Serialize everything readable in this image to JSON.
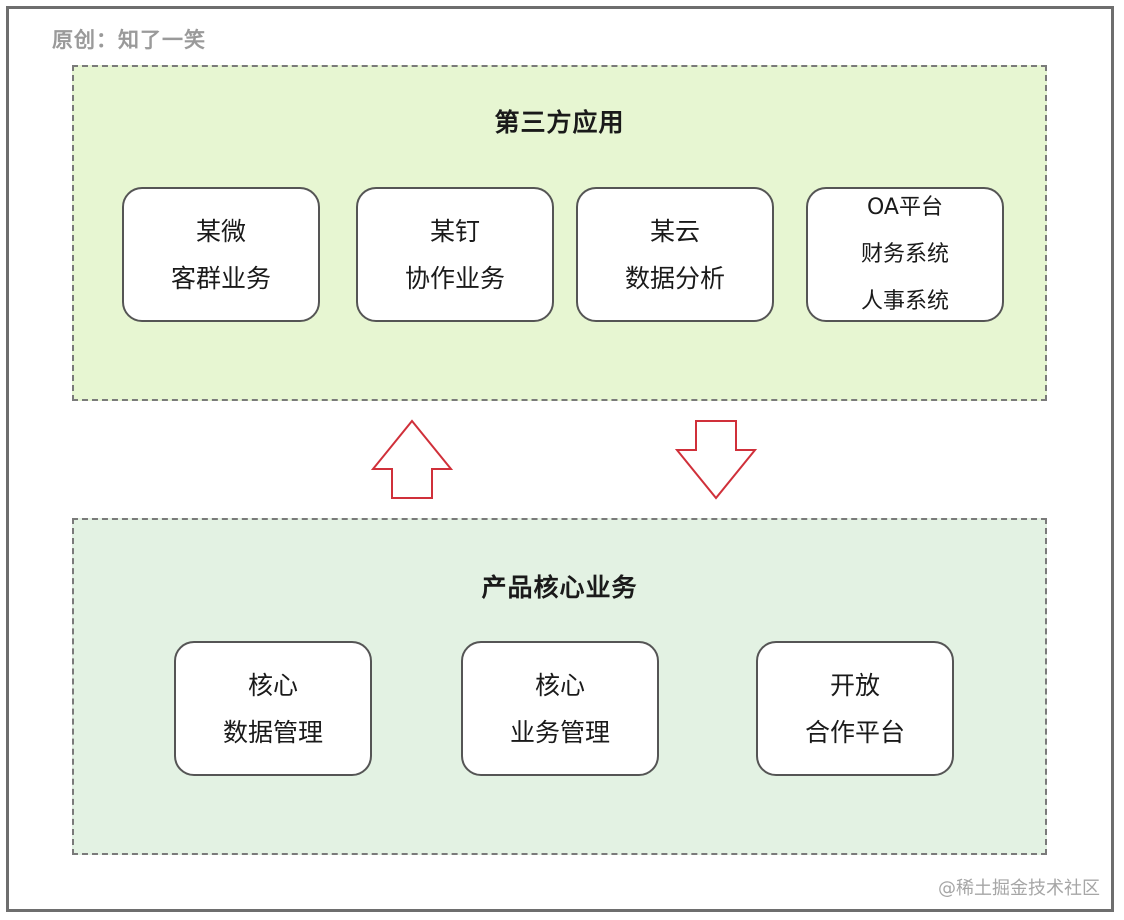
{
  "author_label": "原创：知了一笑",
  "watermark": "@稀土掘金技术社区",
  "colors": {
    "top_layer_fill": "#e7f6d2",
    "bottom_layer_fill": "#e3f2e3",
    "arrow_stroke": "#d0303a",
    "border": "#555555"
  },
  "top_layer": {
    "title": "第三方应用",
    "boxes": [
      {
        "lines": [
          "某微",
          "客群业务"
        ]
      },
      {
        "lines": [
          "某钉",
          "协作业务"
        ]
      },
      {
        "lines": [
          "某云",
          "数据分析"
        ]
      },
      {
        "lines": [
          "OA平台",
          "财务系统",
          "人事系统"
        ]
      }
    ]
  },
  "bottom_layer": {
    "title": "产品核心业务",
    "boxes": [
      {
        "lines": [
          "核心",
          "数据管理"
        ]
      },
      {
        "lines": [
          "核心",
          "业务管理"
        ]
      },
      {
        "lines": [
          "开放",
          "合作平台"
        ]
      }
    ]
  },
  "arrows": [
    {
      "direction": "up"
    },
    {
      "direction": "down"
    }
  ]
}
